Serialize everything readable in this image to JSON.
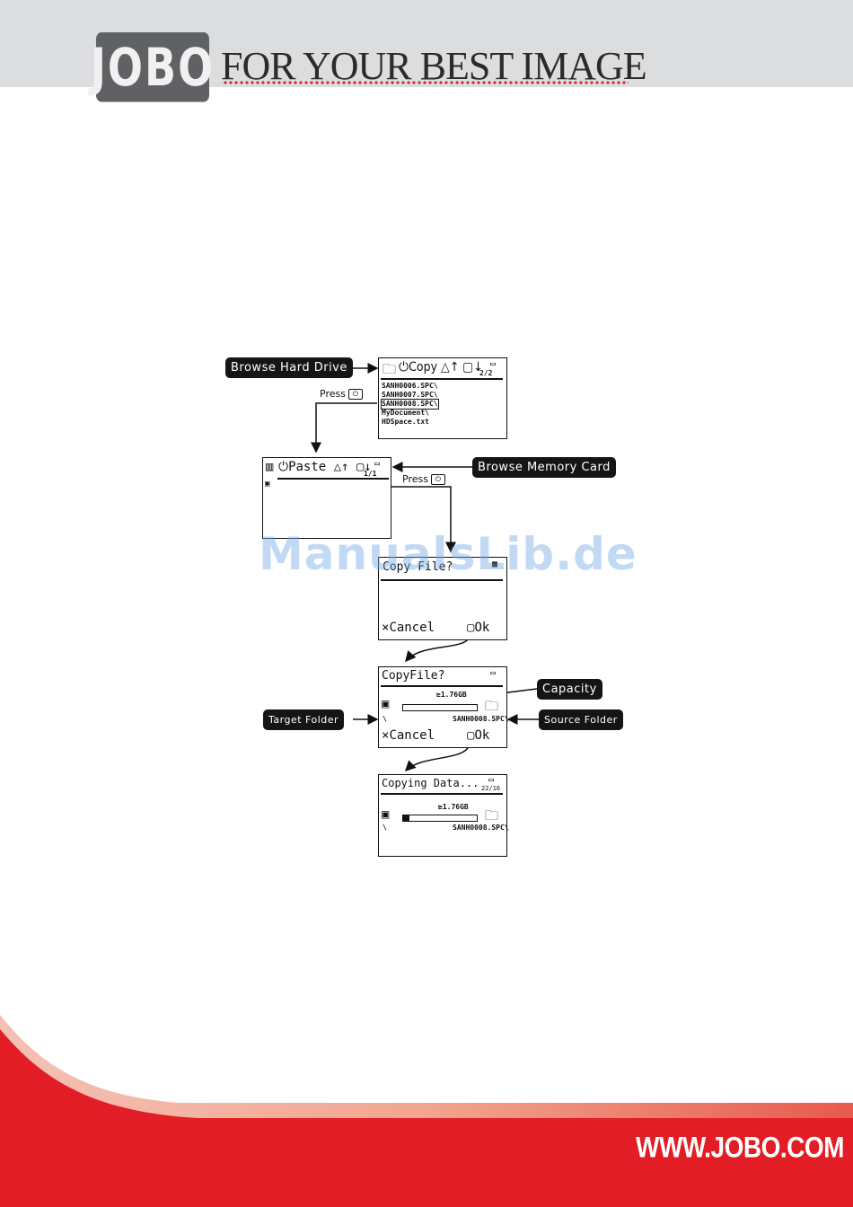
{
  "header": {
    "logo_text": "JOBO",
    "tagline": "FOR YOUR BEST IMAGE"
  },
  "diagram": {
    "browse_hard_drive": "Browse Hard Drive",
    "browse_memory_card": "Browse Memory Card",
    "press_label_1": "Press",
    "press_label_2": "Press",
    "capacity": "Capacity",
    "target_folder": "Target Folder",
    "source_folder": "Source Folder"
  },
  "screens": {
    "copy": {
      "title": "Copy",
      "page": "2/2",
      "files": [
        "SANH0006.SPC\\",
        "SANH0007.SPC\\",
        "SANH0008.SPC\\",
        "MyDocument\\",
        "HDSpace.txt"
      ]
    },
    "paste": {
      "title": "Paste",
      "page": "1/1"
    },
    "confirm": {
      "title": "Copy File?",
      "cancel": "Cancel",
      "ok": "Ok"
    },
    "copyfile": {
      "title": "CopyFile?",
      "capacity_value": "1.76GB",
      "target_path": "\\",
      "source_path": "SANH0008.SPC\\",
      "cancel": "Cancel",
      "ok": "Ok"
    },
    "copying": {
      "title": "Copying Data...",
      "counter": "22/16",
      "capacity_value": "1.76GB",
      "target_path": "\\",
      "source_path": "SANH0008.SPC\\"
    }
  },
  "watermark": "ManualsLib.de",
  "footer": {
    "website": "WWW.JOBO.COM"
  },
  "colors": {
    "header_band": "#dcdddf",
    "logo_bg": "#5f6164",
    "accent_red": "#e31d25",
    "label_bg": "#151515"
  }
}
